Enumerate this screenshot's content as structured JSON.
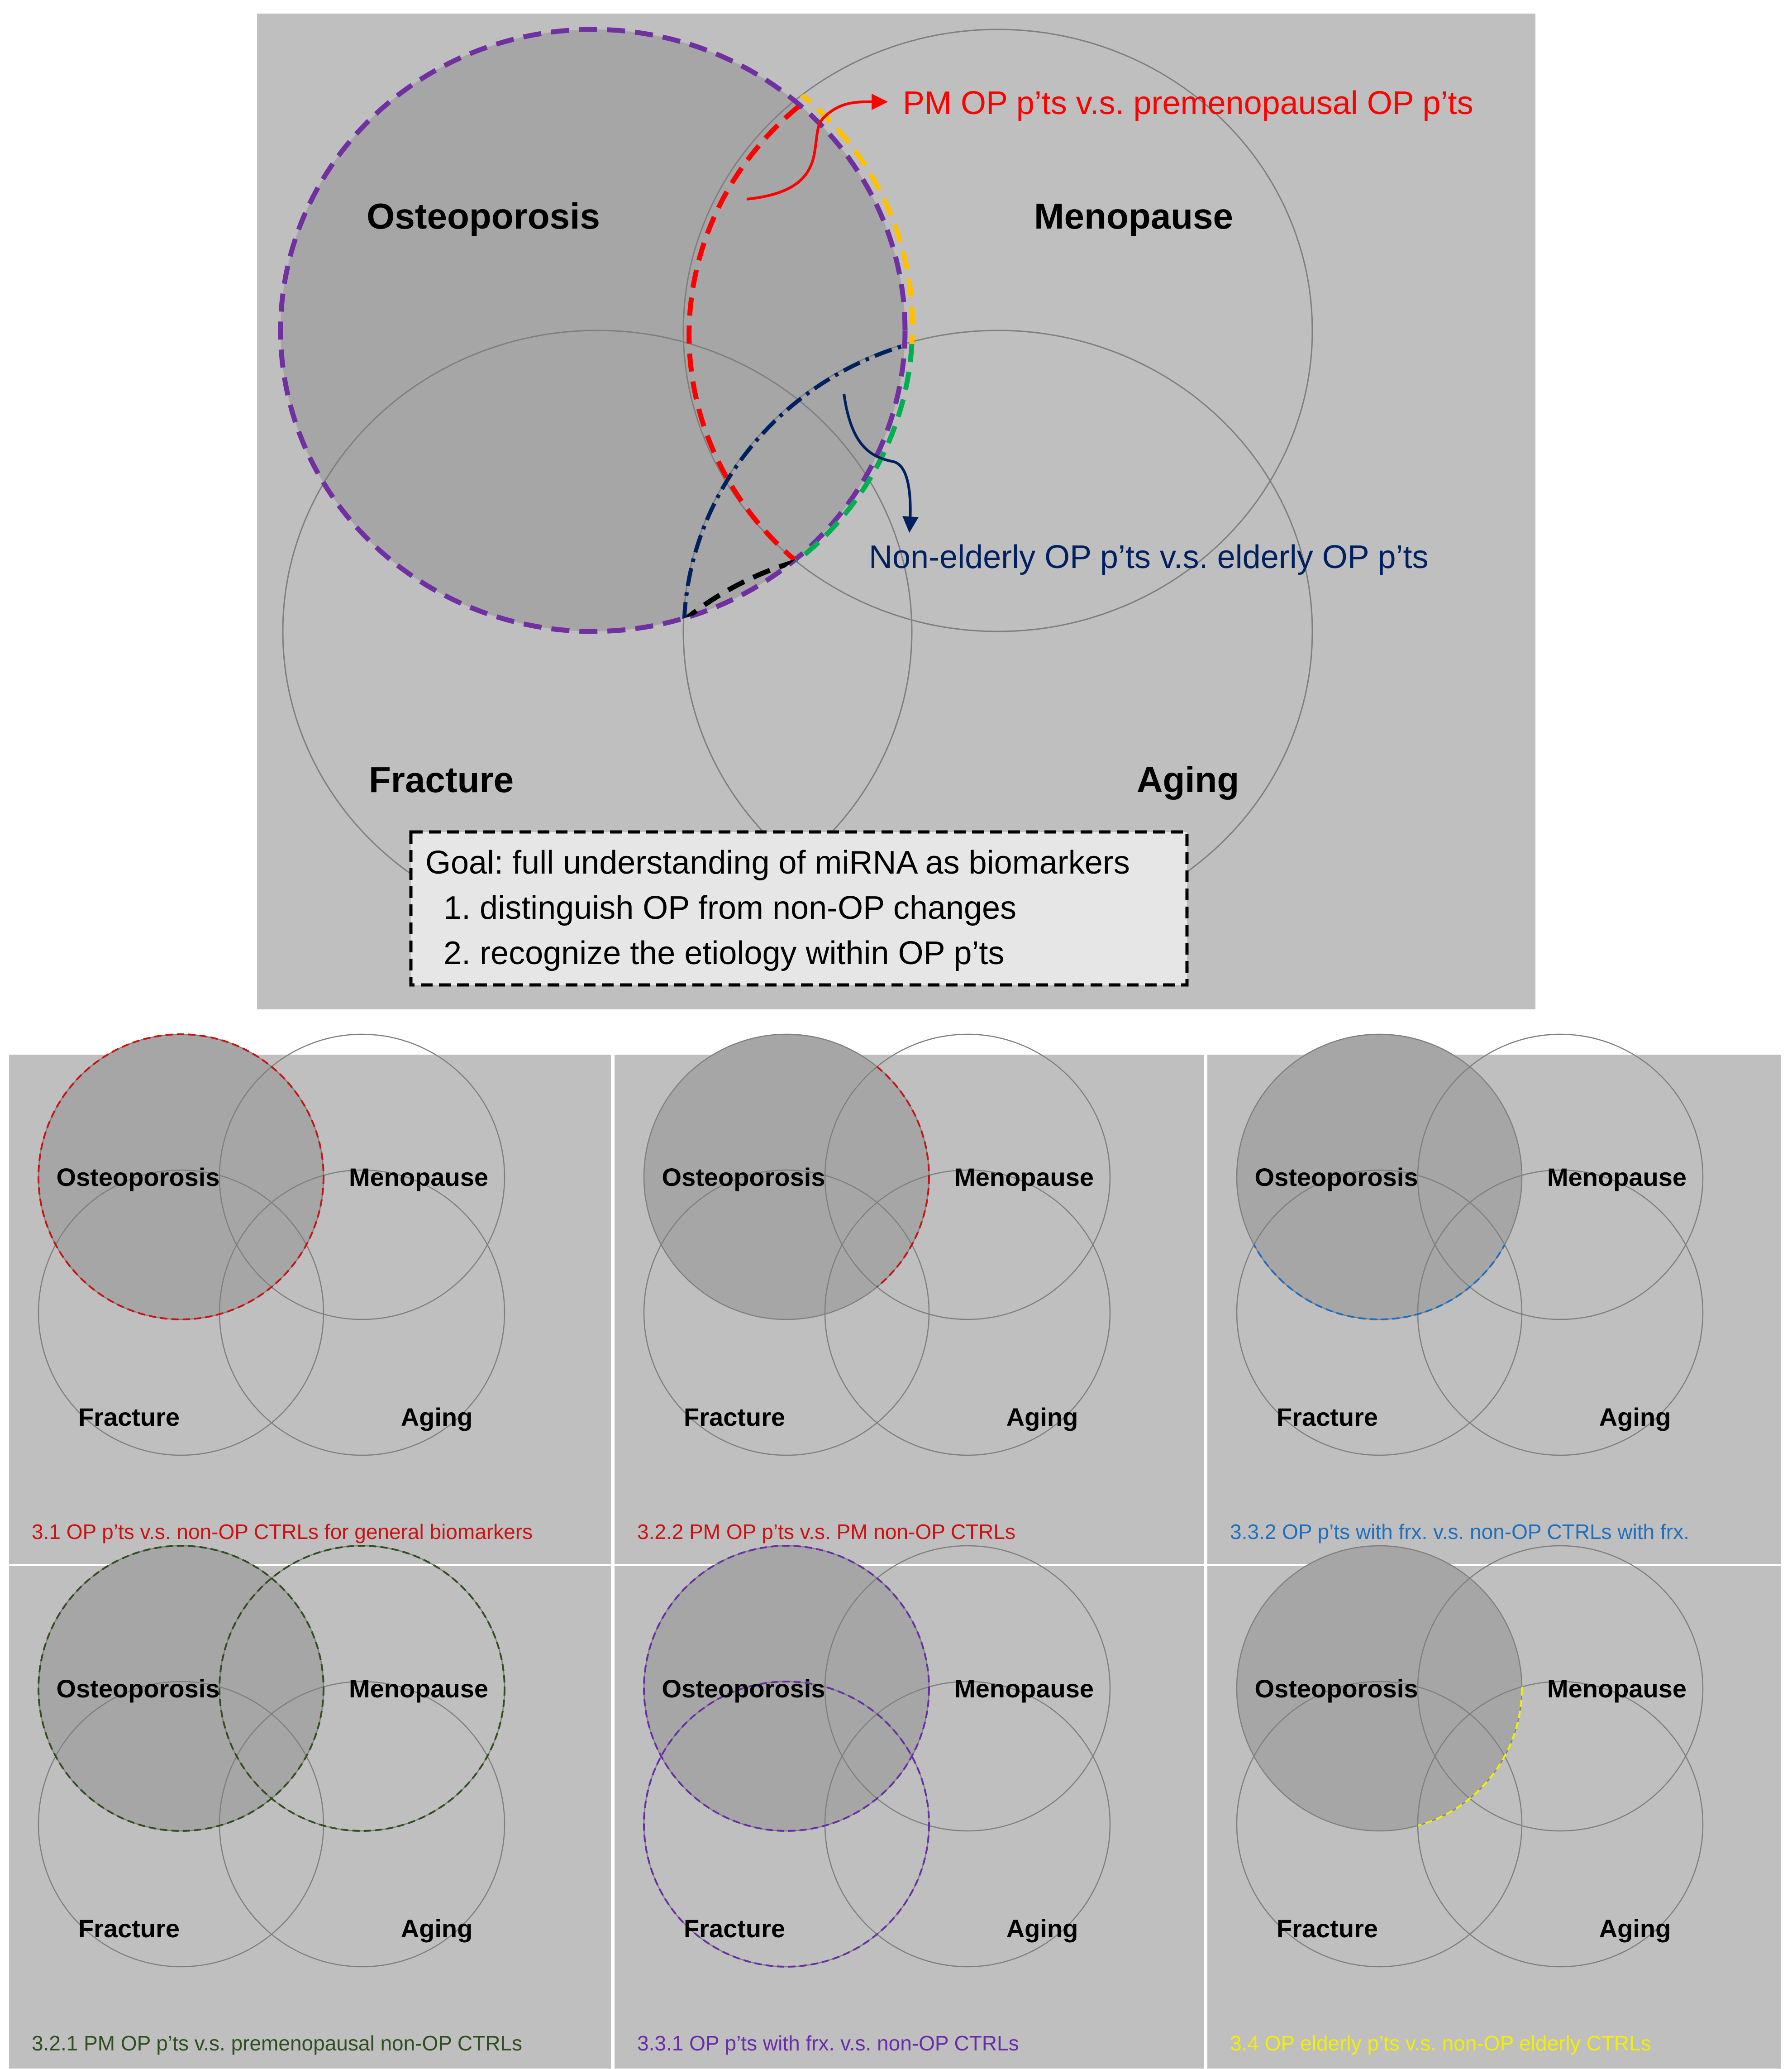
{
  "main": {
    "labels": {
      "osteoporosis": "Osteoporosis",
      "menopause": "Menopause",
      "fracture": "Fracture",
      "aging": "Aging"
    },
    "annotation_pm": "PM OP p’ts v.s. premenopausal OP p’ts",
    "annotation_elderly": "Non-elderly OP p’ts v.s. elderly OP p’ts",
    "goal": {
      "line1": "Goal: full understanding of miRNA as biomarkers",
      "line2": "1. distinguish OP from non-OP changes",
      "line3": "2. recognize the etiology within OP p’ts"
    }
  },
  "panels": [
    {
      "caption": "3.1 OP p’ts v.s. non-OP CTRLs  for general biomarkers",
      "color": "#cc1111"
    },
    {
      "caption": "3.2.2 PM OP p’ts v.s. PM non-OP CTRLs",
      "color": "#cc1111"
    },
    {
      "caption": "3.3.2 OP p’ts with frx. v.s. non-OP CTRLs with frx.",
      "color": "#1f6fbf"
    },
    {
      "caption": "3.2.1 PM OP p’ts v.s. premenopausal non-OP CTRLs",
      "color": "#2f4f1f"
    },
    {
      "caption": "3.3.1 OP p’ts with frx. v.s. non-OP CTRLs",
      "color": "#6a2ca8"
    },
    {
      "caption": "3.4 OP elderly p’ts v.s. non-OP elderly CTRLs",
      "color": "#f2f000"
    }
  ],
  "panel_labels": {
    "osteoporosis": "Osteoporosis",
    "menopause": "Menopause",
    "fracture": "Fracture",
    "aging": "Aging"
  },
  "colors": {
    "background": "#bfbfbf",
    "op_fill": "#a6a6a6",
    "circle_stroke": "#7f7f7f",
    "purple": "#7030a0",
    "red": "#ff0000",
    "orange": "#ffc000",
    "navy": "#002060",
    "green": "#00b050",
    "goal_box": "#e6e6e6"
  }
}
